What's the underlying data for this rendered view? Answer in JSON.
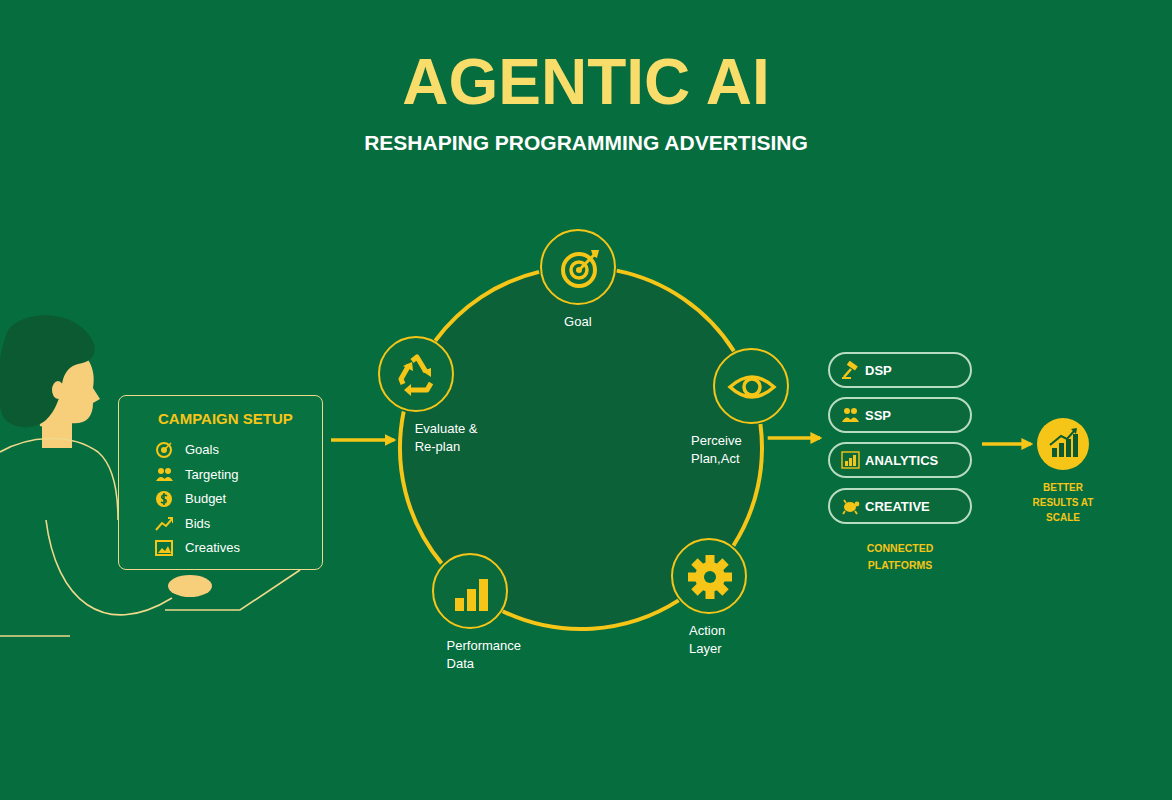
{
  "diagram": {
    "title": "AGENTIC AI",
    "nodes": [
      {
        "text": [
          "CAMPAIGN SETUP",
          "Goals",
          "Targeting",
          "Budget",
          "Bids",
          "Creatives"
        ]
      },
      {
        "text": [
          "Goal"
        ]
      },
      {
        "text": [
          "Perceive Plan,Act"
        ]
      },
      {
        "text": [
          "Action Layer"
        ]
      },
      {
        "text": [
          "Performance Data"
        ]
      },
      {
        "text": [
          "Evaluate & Re-plan"
        ]
      },
      {
        "text": [
          "CONNECTED PLATFORMS"
        ]
      },
      {
        "text": [
          "DSP"
        ],
        "in": 6
      },
      {
        "text": [
          "SSP"
        ],
        "in": 6
      },
      {
        "text": [
          "ANALYTICS"
        ],
        "in": 6
      },
      {
        "text": [
          "CREATIVE"
        ],
        "in": 6
      },
      {
        "text": [
          "BETTER RESULTS AT SCALE"
        ]
      }
    ],
    "edges": [
      {
        "from": 0,
        "to": 5,
        "arrow": "to"
      },
      {
        "from": 1,
        "to": 2,
        "arrow": "none"
      },
      {
        "from": 2,
        "to": 3,
        "arrow": "none"
      },
      {
        "from": 3,
        "to": 4,
        "arrow": "none"
      },
      {
        "from": 4,
        "to": 5,
        "arrow": "none"
      },
      {
        "from": 5,
        "to": 1,
        "arrow": "none"
      },
      {
        "from": 2,
        "to": 6,
        "arrow": "to"
      },
      {
        "from": 6,
        "to": 11,
        "arrow": "to"
      }
    ],
    "labels": [
      "RESHAPING PROGRAMMING ADVERTISING"
    ]
  }
}
